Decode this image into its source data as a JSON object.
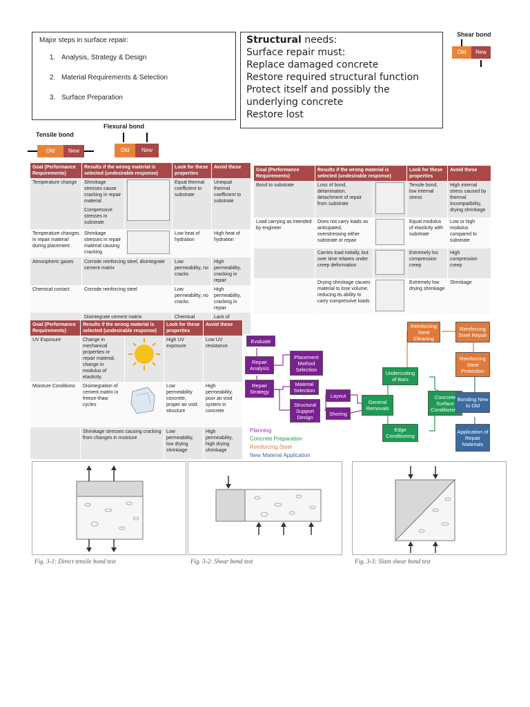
{
  "steps_box": {
    "title": "Major steps in surface repair:",
    "items": [
      "Analysis, Strategy & Design",
      "Material Requirements & Selection",
      "Surface Preparation"
    ]
  },
  "structural_box": {
    "bold": "Structural",
    "rest": " needs:",
    "lines": [
      "Surface repair must:",
      "Replace damaged concrete",
      "Restore required structural function",
      "Protect itself and possibly the",
      "underlying concrete",
      "Restore lost"
    ]
  },
  "bond_labels": {
    "shear": "Shear bond",
    "tensile": "Tensile bond",
    "flexural": "Flexural bond",
    "old": "Old",
    "new": "New"
  },
  "table_headers": [
    "Goal (Performance Requirements)",
    "Results if the wrong material is selected (undesirable response)",
    "Look for these properties",
    "Avoid these"
  ],
  "table1": [
    {
      "goal": "Temperature change",
      "result": "Shrinkage stresses cause cracking in repair material",
      "look": "Equal thermal coefficient to substrate",
      "avoid": "Unequal thermal coefficient to substrate"
    },
    {
      "goal": "",
      "result": "Compressive stresses in substrate",
      "look": "",
      "avoid": ""
    },
    {
      "goal": "Temperature changes in repair material during placement",
      "result": "Shrinkage stresses in repair material causing cracking",
      "look": "Low heat of hydration",
      "avoid": "High heat of hydration"
    },
    {
      "goal": "Atmospheric gases",
      "result": "Corrode reinforcing steel, disintegrate cement matrix",
      "look": "Low permeability, no cracks",
      "avoid": "High permeability, cracking in repair"
    },
    {
      "goal": "Chemical contact",
      "result": "Corrode reinforcing steel",
      "look": "Low permeability, no cracks",
      "avoid": "High permeability, cracking in repair"
    },
    {
      "goal": "",
      "result": "Disintegrate cement matrix",
      "look": "Chemical resistance to substance",
      "avoid": "Lack of chemical resistance"
    }
  ],
  "table2": [
    {
      "goal": "Bond to substrate",
      "result": "Loss of bond, delamination, detachment of repair from substrate",
      "look": "Tensile bond, low internal stress",
      "avoid": "High internal stress caused by thermal incompatibility, drying shrinkage"
    },
    {
      "goal": "Load carrying as intended by engineer",
      "result": "Does not carry loads as anticipated, overstressing either substrate or repair",
      "look": "Equal modulus of elasticity with substrate",
      "avoid": "Low or high modulus compared to substrate"
    },
    {
      "goal": "",
      "result": "Carries load initially, but over time relaxes under creep deformation",
      "look": "Extremely los compression creep",
      "avoid": "High compression creep"
    },
    {
      "goal": "",
      "result": "Drying shrinkage causes material to lose volume, reducing its ability to carry compressive loads",
      "look": "Extremely low drying shrinkage",
      "avoid": "Shrinkage"
    }
  ],
  "table3": [
    {
      "goal": "UV Exposure",
      "result": "Change in mechanical properties or repair material, change in modulus of elasticity",
      "look": "High UV exposure",
      "avoid": "Low UV resistance"
    },
    {
      "goal": "Moisture Conditions",
      "result": "Disintegration of cement matrix in freeze-thaw cycles",
      "look": "Low permeability concrete, proper air void structure",
      "avoid": "High permeability, poor air void system in concrete"
    },
    {
      "goal": "",
      "result": "Shrinkage stresses causing cracking from changes in moisture",
      "look": "Low permeability, low drying shrinkage",
      "avoid": "High permeability, high drying shrinkage"
    }
  ],
  "flow": {
    "evaluate": "Evaluate",
    "repair_analysis": "Repair Analysis",
    "repair_strategy": "Repair Strategy",
    "placement": "Placement Method Selection",
    "material": "Material Selection",
    "structural_support": "Structural Support Design",
    "layout": "Layout",
    "shoring": "Shoring",
    "general_removals": "General Removals",
    "undercutting": "Undercutting of Bars",
    "edge": "Edge Conditioning",
    "concrete_surface": "Concrete Surface Conditioning",
    "rs_cleaning": "Reinforcing Steel Cleaning",
    "rs_repair": "Reinforcing Steel Repair",
    "rs_protection": "Reinforcing Steel Protection",
    "bonding": "Bonding New to Old",
    "application": "Application of Repair Materials"
  },
  "legend": [
    {
      "label": "Planning",
      "color": "#9b30b0"
    },
    {
      "label": "Concrete Preparation",
      "color": "#1e9a55"
    },
    {
      "label": "Reinforcing Steel",
      "color": "#e07a3a"
    },
    {
      "label": "New Material Application",
      "color": "#3a6aa0"
    }
  ],
  "captions": [
    "Fig. 3-1: Direct tensile bond test",
    "Fig. 3-2: Shear bond test",
    "Fig. 3-3: Slant shear bond test"
  ]
}
